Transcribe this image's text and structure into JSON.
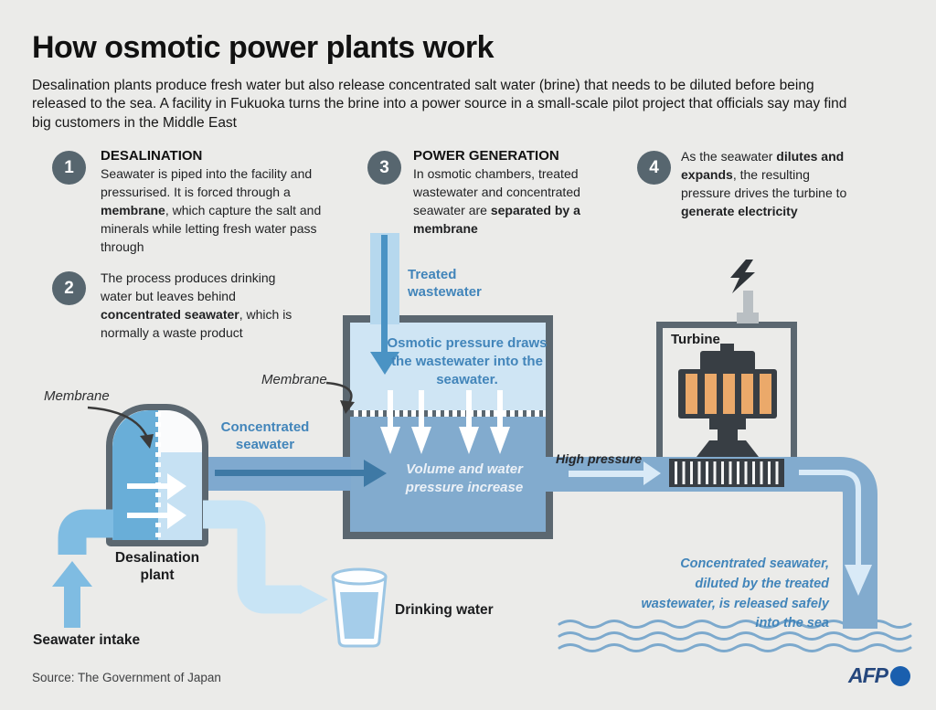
{
  "header": {
    "title": "How osmotic power plants work",
    "intro": "Desalination plants produce fresh water but also release concentrated salt water (brine) that needs to be diluted before being released to the sea. A facility in Fukuoka turns the brine into a power source in a small-scale pilot project that officials say may find big customers in the Middle East"
  },
  "steps": [
    {
      "num": "1",
      "heading": "DESALINATION",
      "body": [
        "Seawater is piped into the facility and pressurised. It is forced through a ",
        "membrane",
        ", which capture the salt and minerals while letting fresh water pass through"
      ]
    },
    {
      "num": "2",
      "heading": "",
      "body": [
        "The process produces drinking water but leaves behind ",
        "concentrated seawater",
        ", which is normally a waste product"
      ]
    },
    {
      "num": "3",
      "heading": "POWER GENERATION",
      "body": [
        "In osmotic chambers, treated wastewater and concentrated seawater are ",
        "separated by a membrane"
      ]
    },
    {
      "num": "4",
      "heading": "",
      "body": [
        "As the seawater ",
        "dilutes and expands",
        ", the resulting pressure drives the turbine to ",
        "generate electricity"
      ]
    }
  ],
  "diagram": {
    "membrane_label_tank": "Membrane",
    "membrane_label_chamber": "Membrane",
    "treated_wastewater": "Treated wastewater",
    "concentrated_seawater": "Concentrated seawater",
    "osmotic_pressure_note": "Osmotic pressure draws the wastewater into the seawater.",
    "volume_note": "Volume and water pressure increase",
    "high_pressure": "High pressure",
    "turbine": "Turbine",
    "desalination_plant": "Desalination plant",
    "seawater_intake": "Seawater intake",
    "drinking_water": "Drinking water",
    "sea_release_note": "Concentrated seawater, diluted by the treated wastewater, is released safely into the sea"
  },
  "footer": {
    "source": "Source: The Government of Japan",
    "agency": "AFP"
  },
  "colors": {
    "background": "#ebebe9",
    "outline_gray": "#5b6770",
    "step_circle": "#57666f",
    "accent_blue_text": "#4285ba",
    "medium_blue_pipe": "#82abce",
    "treated_pipe_blue": "#b6d8ee",
    "pale_blue_pipe": "#c8e4f5",
    "dark_arrow_blue": "#3e79a5",
    "tank_blue": "#69aed8",
    "intake_blue": "#7fbce2",
    "turbine_dark": "#383e44",
    "turbine_orange": "#eba96a",
    "afp_blue": "#1a5fae"
  }
}
